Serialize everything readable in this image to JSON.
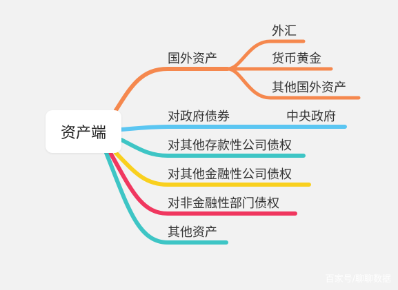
{
  "root": {
    "label": "资产端"
  },
  "branches": {
    "foreign": {
      "label": "国外资产",
      "color": "#f5884e",
      "children": {
        "fx": {
          "label": "外汇"
        },
        "gold": {
          "label": "货币黄金"
        },
        "other": {
          "label": "其他国外资产"
        }
      }
    },
    "gov": {
      "label": "对政府债券",
      "color": "#5bc6f2",
      "children": {
        "central": {
          "label": "中央政府"
        }
      }
    },
    "deposit": {
      "label": "对其他存款性公司债权",
      "color": "#3ec5c5"
    },
    "financial": {
      "label": "对其他金融性公司债权",
      "color": "#f9d01e"
    },
    "nonfinancial": {
      "label": "对非金融性部门债权",
      "color": "#f0375f"
    },
    "otherassets": {
      "label": "其他资产",
      "color": "#3ec5c5"
    }
  },
  "watermark": "百家号/聊聊数据"
}
